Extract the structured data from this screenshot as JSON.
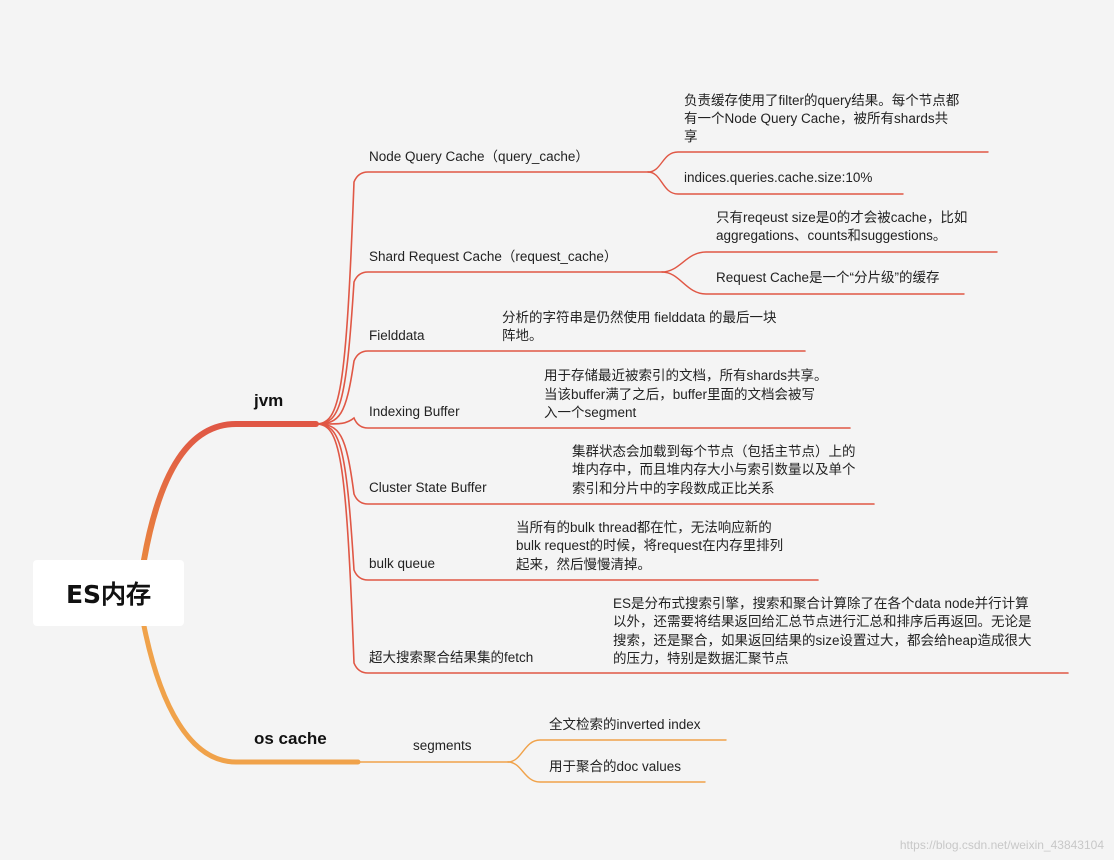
{
  "root": {
    "label": "ES内存"
  },
  "branches": [
    {
      "label": "jvm",
      "items": [
        {
          "label": "Node Query Cache（query_cache）",
          "notes": [
            [
              "负责缓存使用了filter的query结果。每个节点都",
              "有一个Node Query Cache，被所有shards共",
              "享"
            ],
            [
              "indices.queries.cache.size:10%"
            ]
          ]
        },
        {
          "label": "Shard Request Cache（request_cache）",
          "notes": [
            [
              "只有reqeust size是0的才会被cache，比如",
              "aggregations、counts和suggestions。"
            ],
            [
              "Request Cache是一个“分片级”的缓存"
            ]
          ]
        },
        {
          "label": "Fielddata",
          "note": [
            "分析的字符串是仍然使用 fielddata 的最后一块",
            "阵地。"
          ]
        },
        {
          "label": "Indexing Buffer",
          "note": [
            "用于存储最近被索引的文档，所有shards共享。",
            "当该buffer满了之后，buffer里面的文档会被写",
            "入一个segment"
          ]
        },
        {
          "label": "Cluster State Buffer",
          "note": [
            "集群状态会加载到每个节点（包括主节点）上的",
            "堆内存中，而且堆内存大小与索引数量以及单个",
            "索引和分片中的字段数成正比关系"
          ]
        },
        {
          "label": "bulk queue",
          "note": [
            "当所有的bulk thread都在忙，无法响应新的",
            "bulk request的时候，将request在内存里排列",
            "起来，然后慢慢清掉。"
          ]
        },
        {
          "label": "超大搜索聚合结果集的fetch",
          "note": [
            "ES是分布式搜索引擎，搜索和聚合计算除了在各个data node并行计算",
            "以外，还需要将结果返回给汇总节点进行汇总和排序后再返回。无论是",
            "搜索，还是聚合，如果返回结果的size设置过大，都会给heap造成很大",
            "的压力，特别是数据汇聚节点"
          ]
        }
      ]
    },
    {
      "label": "os cache",
      "items": [
        {
          "label": "segments",
          "notes": [
            [
              "全文检索的inverted index"
            ],
            [
              "用于聚合的doc values"
            ]
          ]
        }
      ]
    }
  ],
  "watermark": "https://blog.csdn.net/weixin_43843104",
  "colors": {
    "jvm": "#e05745",
    "os_cache": "#f0a24a",
    "background": "#f4f4f4"
  }
}
